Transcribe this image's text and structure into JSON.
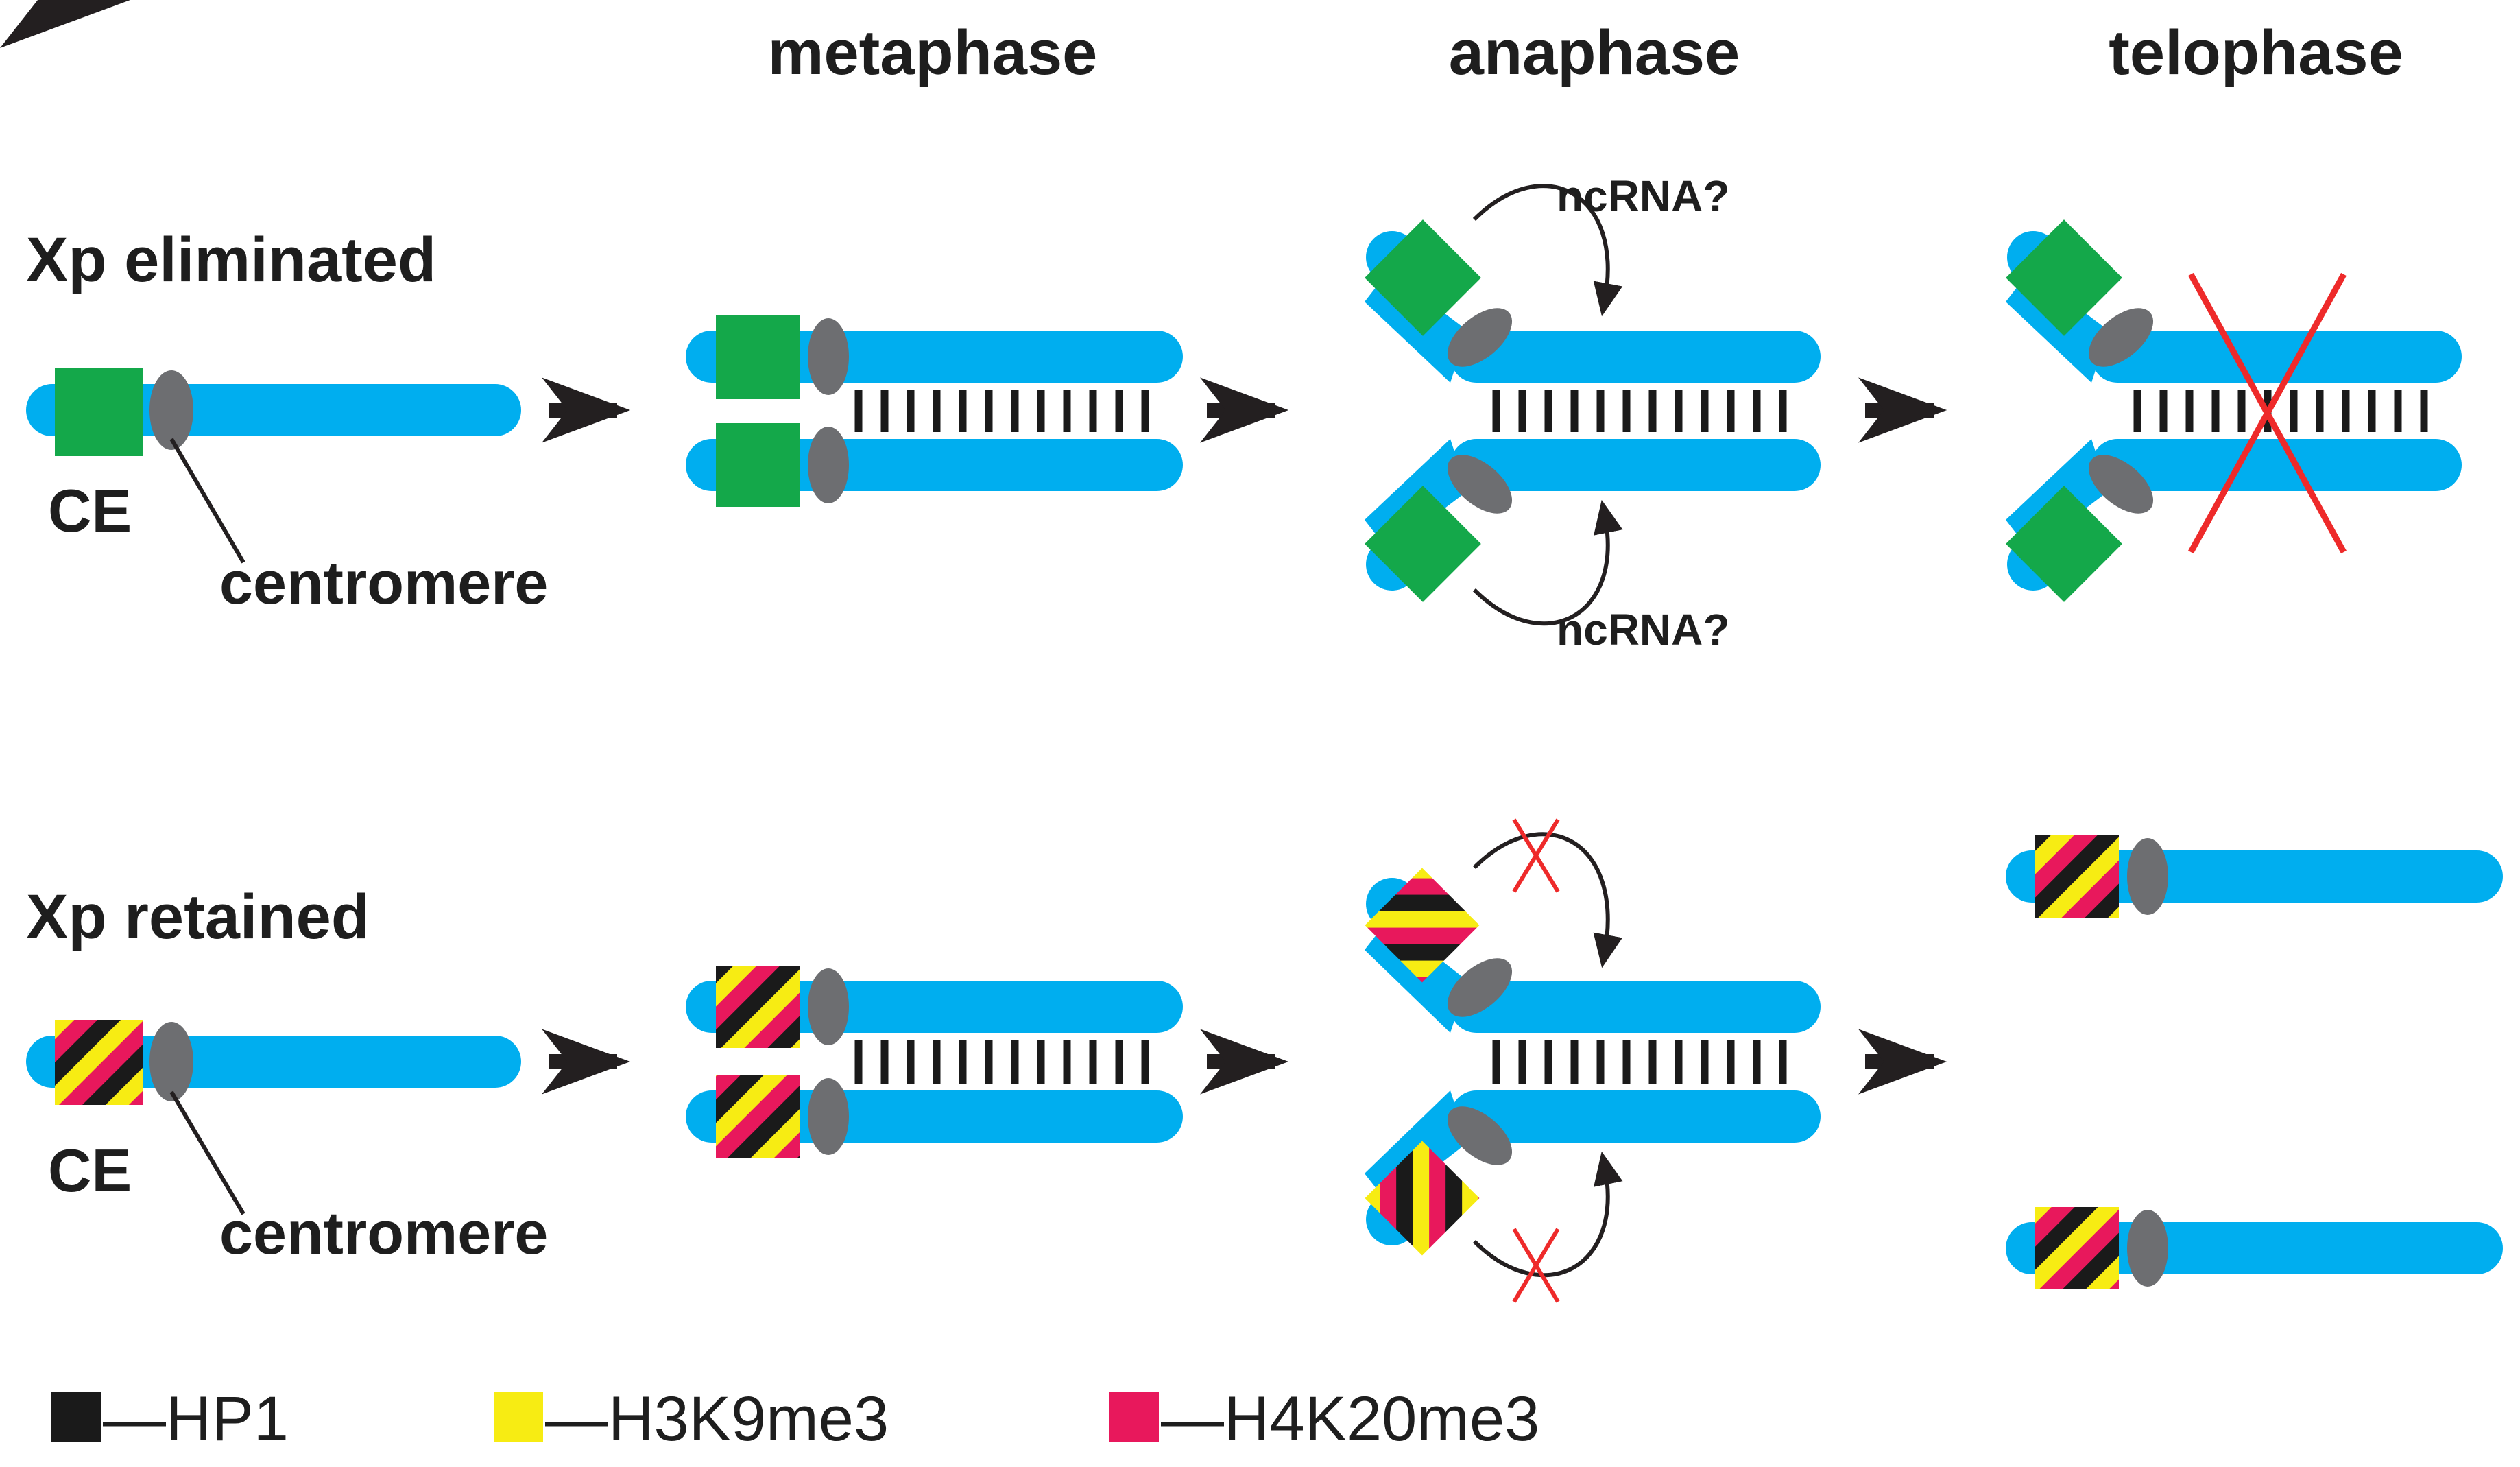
{
  "headers": {
    "metaphase": "metaphase",
    "anaphase": "anaphase",
    "telophase": "telophase"
  },
  "rows": {
    "eliminated": {
      "title": "Xp eliminated",
      "ce_label": "CE",
      "centromere_label": "centromere",
      "ncrna_top": "ncRNA?",
      "ncrna_bottom": "ncRNA?"
    },
    "retained": {
      "title": "Xp retained",
      "ce_label": "CE",
      "centromere_label": "centromere"
    }
  },
  "legend": [
    {
      "label": "—HP1",
      "color": "#1a1a1a"
    },
    {
      "label": "—H3K9me3",
      "color": "#f7ec13"
    },
    {
      "label": "—H4K20me3",
      "color": "#e8185c"
    }
  ],
  "colors": {
    "chromatid": "#00aeef",
    "ce_eliminated": "#14a84a",
    "centromere": "#6d6e71",
    "hp1": "#1a1a1a",
    "h3k9me3": "#f7ec13",
    "h4k20me3": "#e8185c",
    "cross": "#ee2a2a",
    "arrow": "#231f20"
  }
}
